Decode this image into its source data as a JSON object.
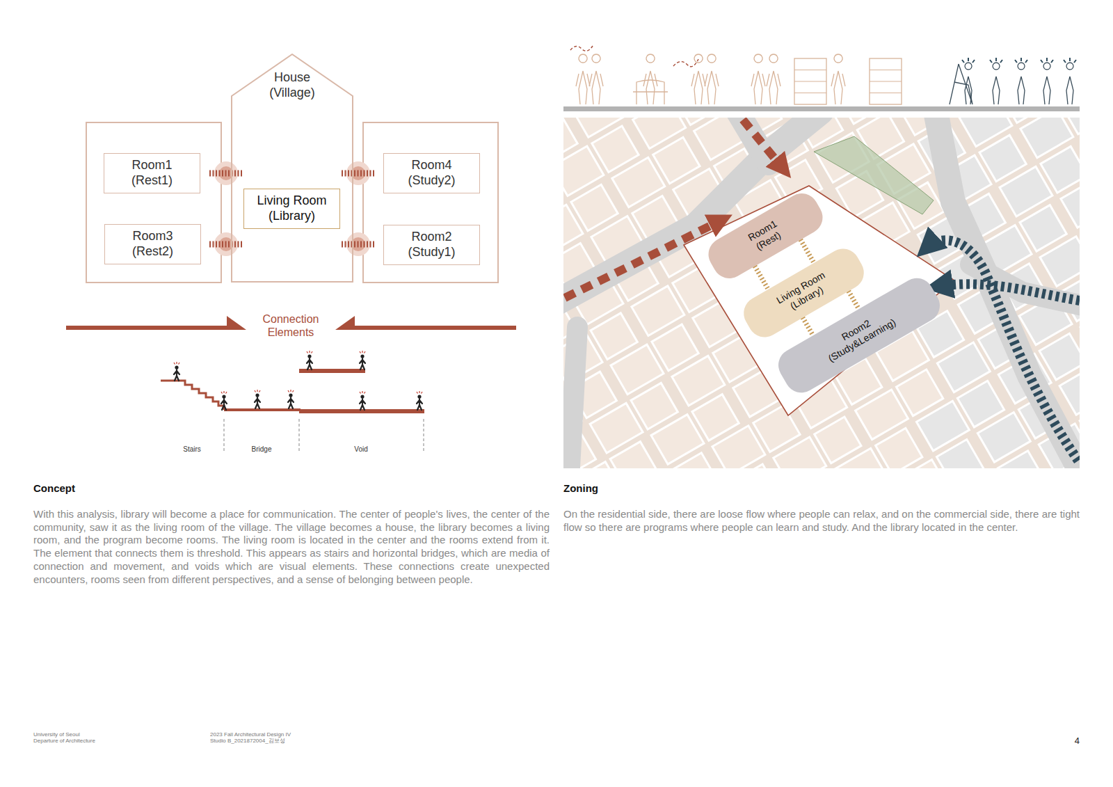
{
  "diagram": {
    "nodes": [
      {
        "text": [
          "House (Village)"
        ]
      },
      {
        "text": [
          "Room1 (Rest1)"
        ]
      },
      {
        "text": [
          "Room4 (Study2)"
        ]
      },
      {
        "text": [
          "Living Room (Library)"
        ],
        "in": 0
      },
      {
        "text": [
          "Room3 (Rest2)"
        ]
      },
      {
        "text": [
          "Room2 (Study1)"
        ]
      },
      {
        "text": [
          "Room1 (Rest)"
        ]
      },
      {
        "text": [
          "Living Room (Library)"
        ]
      },
      {
        "text": [
          "Room2 (Study&Learning)"
        ]
      }
    ],
    "edges": [
      {
        "from": 6,
        "to": 7,
        "arrow": "none"
      },
      {
        "from": 6,
        "to": 7,
        "arrow": "none"
      },
      {
        "from": 7,
        "to": 8,
        "arrow": "none"
      },
      {
        "from": 7,
        "to": 8,
        "arrow": "none"
      }
    ],
    "labels": [
      "Connection Elements",
      "Stairs",
      "Bridge",
      "Void",
      "Concept",
      "With this analysis, library will become a place for communication. The center of people's lives, the center of the community, saw it as the living room of the village. The village becomes a house, the library becomes a living room, and the program become rooms. The living room is located in the center and the rooms extend from it. The element that connects them is threshold. This appears as stairs and horizontal bridges, which are media of connection and movement, and voids which are visual elements. These connections create unexpected encounters, rooms seen from different perspectives, and a sense of belonging between people.",
      "Zoning",
      "On the residential side, there are loose flow where people can relax, and on the commercial side, there are tight flow so there are programs where people can learn and study. And the library located in the center.",
      "University of Seoul",
      "Departure of Architecture",
      "2023 Fall Architectural Design IV",
      "Studio B_2021872004_김보성",
      "4"
    ]
  }
}
